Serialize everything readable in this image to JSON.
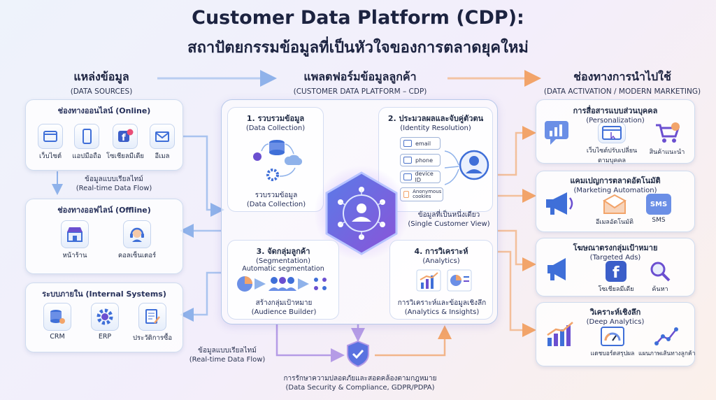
{
  "title": {
    "line1": "Customer Data Platform (CDP):",
    "line2": "สถาปัตยกรรมข้อมูลที่เป็นหัวใจของการตลาดยุคใหม่"
  },
  "columns": {
    "sources": {
      "th": "แหล่งข้อมูล",
      "en": "(DATA SOURCES)"
    },
    "platform": {
      "th": "แพลตฟอร์มข้อมูลลูกค้า",
      "en": "(CUSTOMER DATA PLATFORM – CDP)"
    },
    "activation": {
      "th": "ช่องทางการนำไปใช้",
      "en": "(DATA ACTIVATION / MODERN MARKETING)"
    }
  },
  "sources": {
    "online": {
      "title": "ช่องทางออนไลน์ (Online)",
      "items": [
        "เว็บไซต์",
        "แอปมือถือ",
        "โซเชียลมีเดีย",
        "อีเมล"
      ]
    },
    "realtime": {
      "th": "ข้อมูลแบบเรียลไทม์",
      "en": "(Real-time Data Flow)"
    },
    "offline": {
      "title": "ช่องทางออฟไลน์ (Offline)",
      "items": [
        "หน้าร้าน",
        "คอลเซ็นเตอร์"
      ]
    },
    "internal": {
      "title": "ระบบภายใน (Internal Systems)",
      "items": [
        "CRM",
        "ERP",
        "ประวัติการซื้อ"
      ]
    }
  },
  "platform": {
    "q1": {
      "title": "1. รวบรวมข้อมูล",
      "sub": "(Data Collection)",
      "caption_th": "รวบรวมข้อมูล",
      "caption_en": "(Data Collection)"
    },
    "q2": {
      "title": "2. ประมวลผลและจับคู่ตัวตน",
      "sub": "(Identity Resolution)",
      "pills": [
        "email",
        "phone",
        "device ID",
        "Anonymous cookies"
      ],
      "caption_th": "ข้อมูลที่เป็นหนึ่งเดียว",
      "caption_en": "(Single Customer View)"
    },
    "q3": {
      "title": "3. จัดกลุ่มลูกค้า",
      "sub": "(Segmentation)",
      "sub2": "Automatic segmentation",
      "caption_th": "สร้างกลุ่มเป้าหมาย",
      "caption_en": "(Audience Builder)"
    },
    "q4": {
      "title": "4. การวิเคราะห์",
      "sub": "(Analytics)",
      "caption_th": "การวิเคราะห์และข้อมูลเชิงลึก",
      "caption_en": "(Analytics & Insights)"
    }
  },
  "bottom": {
    "realtime_th": "ข้อมูลแบบเรียลไทม์",
    "realtime_en": "(Real-time Data Flow)",
    "security_th": "การรักษาความปลอดภัยและสอดคล้องตามกฎหมาย",
    "security_en": "(Data Security & Compliance, GDPR/PDPA)"
  },
  "activation": {
    "personalization": {
      "th": "การสื่อสารแบบส่วนบุคคล",
      "en": "(Personalization)",
      "items": [
        "เว็บไซต์ปรับเปลี่ยน",
        "ตามบุคคล",
        "สินค้าแนะนำ"
      ]
    },
    "automation": {
      "th": "แคมเปญการตลาดอัตโนมัติ",
      "en": "(Marketing Automation)",
      "items": [
        "อีเมลอัตโนมัติ",
        "SMS"
      ],
      "sms_badge": "SMS"
    },
    "ads": {
      "th": "โฆษณาตรงกลุ่มเป้าหมาย",
      "en": "(Targeted Ads)",
      "items": [
        "โซเชียลมีเดีย",
        "ค้นหา"
      ]
    },
    "deep": {
      "th": "วิเคราะห์เชิงลึก",
      "en": "(Deep Analytics)",
      "items": [
        "แดชบอร์ดสรุปผล",
        "แผนภาพเส้นทางลูกค้า"
      ]
    }
  },
  "colors": {
    "blue": "#3f6fd8",
    "purple": "#7b5cd6",
    "orange": "#f2a46a",
    "arrow_blue": "#8fb2ea"
  }
}
